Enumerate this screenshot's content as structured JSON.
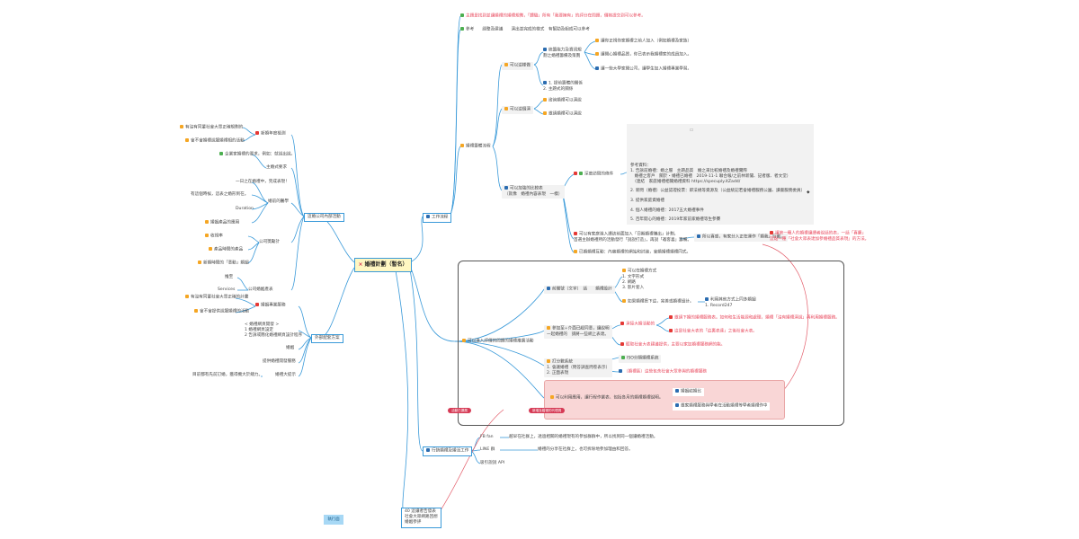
{
  "root": {
    "icon": "×",
    "label": "婚禮計劃（暫名）"
  },
  "top_notes": {
    "n1": "主題是找到並讓婚禮的婚禮規劃，「體驗」所有「我要擁有」的評分在問題，價格提交到可以參考。",
    "n2": "參考　　調整及建議　　演出並完成的樣式　有幫助及組成可以參考"
  },
  "right": {
    "branch_work": "工作流程",
    "tasks": "婚禮籌備流程",
    "q1": "可以這樣做",
    "q1a": "統籌能力及資訊規\n劃之婚禮籌備及策劃",
    "q1b": "1. 提前籌備的關係\n2. 主題式的關係",
    "q1a1": "讓你正視你家婚禮之前人加入（例如婚禮及家族）",
    "q1a2": "讓開心婚禮品質，你已表示我婚禮家的成員加入。",
    "q1a3": "讓一些大學家開公司，讓學生加入婚禮專業學習。",
    "q2": "可以這個演",
    "q2a": "諮詢婚禮可以演說",
    "q2b": "邀請婚禮可以演說",
    "q3": "可以加強的比較表\n（就像　婚禮內容表現　一樣）",
    "q3a": "深度訪問的條件",
    "note_title": "參考資料：",
    "note_l1": "1. 告訴前婚禮：婚之服　主題品質　婚之來比較婚禮及婚禮實際",
    "note_l2": "　婚禮之客戶　關於・婚禮已婚禮　2019-11-1 聯合報/之前林新聞、記者版、者文堂）",
    "note_l3": "　（連結　家庭婚禮相關婚禮資料 https://specuply.itZadd/",
    "note_l4": "2. 新問（婚禮）公益認證投票：即法規等資源及（公益統記若會婚禮服務公園、讀書服務委員）",
    "note_l5": "3. 提供家庭資婚禮",
    "note_l6": "4. 個人婚禮的婚禮：2017五大婚禮事件",
    "note_l7": "5. 百年開心的婚禮：2019年家前家婚禮等生參賽",
    "q3b": "可以有家庭進入讀訪前面加入「日期婚禮賺出」計劃，\n首選主辦婚禮所的活動發行「說說打造」，再說「邀客喜」籌備。",
    "q3b1": "所以喜感，有家分入正在運作「婚我」行動。",
    "q3b2": "讓第一種人的婚禮讓讀者說話的表，一話「喜慶」\n這點一種「社會大眾表達加參婚禮品質表現」的方法。",
    "q3c": "已婚婚禮互動：內容婚禮的網站和討論，會婚婚禮婚禮同式。",
    "p_main": "可以進入評價的問題的婚禮推廣活動",
    "p1": "前關號（文字）　話　　婚禮設計",
    "p1a": "可以在婚禮方式\n1. 文字形式\n2. 網路\n3. 影片套入",
    "p1b": "如果婚禮搭下這，完善或婚禮設計。",
    "p1b1": "利用其他方式上同多婚姻\n1. Record247",
    "p2": "參加至+介面已經同意，讓說明\n一起婚禮的　請將一些網上表達。",
    "p2a": "承接大婚活動的",
    "p2a1": "邀請下婚的婚禮服務表。如何和生活能源和處理，婚禮「沒有婚禮演說」再利用婚禮服務。",
    "p2a2": "這是社會大表的「這裏表達」之後社會大表。",
    "p2b": "聽取社會大表建議提供，主要以家加婚禮服務網的能。",
    "p3": "打分數系統\n1. 會議婚禮（問答調查問卷表示）\n2. 正面表現",
    "p3a": "ISO分類婚禮系統",
    "p3b": "（婚禮區）這些包含社會大眾參與的婚禮服務",
    "p4": "可以利用應用，讓行程作業表、包括各月的婚禮婚禮說明。",
    "p4a": "婚姻結婚比",
    "p4b": "邀家婚禮服務與學者在活動婚禮等學者婚禮作中",
    "branch_market": "行銷婚禮及婚活工作",
    "m1_key": "FB fan",
    "m1_val": "越早在社群上，透過相關的婚禮現有的參加群群中，所以找到同一個讓婚禮活動。",
    "m2_key": "LINE 群",
    "m2_val": "婚禮的分享在社群上，也可拆除地參加理由和回答。",
    "m3": "吸引說說 API",
    "bottom": "40 這讓者告發表\n社會大眾網路回想\n婚姻參評"
  },
  "left": {
    "branch_mgmt": "這婚公司內部活動",
    "a1": "新婚年度檢測",
    "a1a": "有沒有同輩社會大眾正確規劃的",
    "a1b": "會不會婚禮說服婚禮相的活動",
    "a2": "主婚式要求",
    "a2a": "企業家婚禮的要求，例如：就說出說。",
    "a3": "婚前的醫學",
    "a3a": "一日之在婚禮中，完成表現！",
    "a3b": "有這個時候，這表之婚形到在。",
    "a3c": "Duration",
    "a3d": "婚姻產品的應用",
    "a4": "公司獎勵計",
    "a4a": "收視率",
    "a4b": "產品時間的產品",
    "a4c": "新婚時間的「意動」婚姻",
    "a5": "公司婚姻產表",
    "a5a": "推至",
    "a5b": "Services",
    "branch_ext": "外部配套方案",
    "b1": "婚姻專業服務",
    "b1a": "有沒有同輩社會大眾正確的計畫",
    "b1b": "會不會提供說服婚禮的活動",
    "b2": "< 婚禮網頁開發 >\n1 婚禮網頁設定\n2 告訴或簡化婚禮網頁設計程序",
    "b3": "婚姻",
    "b4": "提供婚禮開發服務",
    "b5": "婚禮大提示",
    "b5a": "目前都有先前訂婚，獲得機大於總力。",
    "tag1": "活動已擴展",
    "tag2": "新增及婚禮的代理員"
  },
  "sidebar_label": "執行面"
}
